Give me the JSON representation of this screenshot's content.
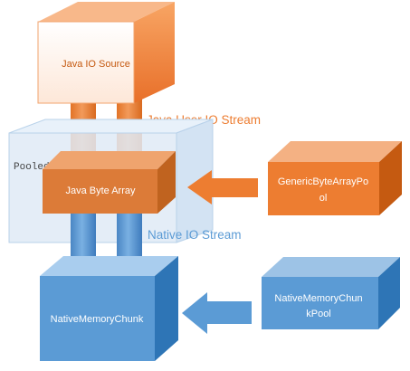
{
  "diagram": {
    "java_io_source": "Java IO Source",
    "java_user_io_stream": "Java User IO Stream",
    "pooled_byte_streams": "PooledByteStreams",
    "java_byte_array": "Java Byte Array",
    "generic_pool_line1": "GenericByteArrayPo",
    "generic_pool_line2": "ol",
    "native_io_stream": "Native IO Stream",
    "native_memory_chunk": "NativeMemoryChunk",
    "native_pool_line1": "NativeMemoryChun",
    "native_pool_line2": "kPool"
  },
  "colors": {
    "orange_front": "#ed7d31",
    "orange_side": "#c55a11",
    "orange_top": "#f4b183",
    "blue_front": "#5b9bd5",
    "blue_side": "#2e75b6",
    "blue_top": "#9dc3e6",
    "pooled_box": "#dae8f6",
    "orange_text": "#ed7d31",
    "blue_text": "#5b9bd5"
  }
}
